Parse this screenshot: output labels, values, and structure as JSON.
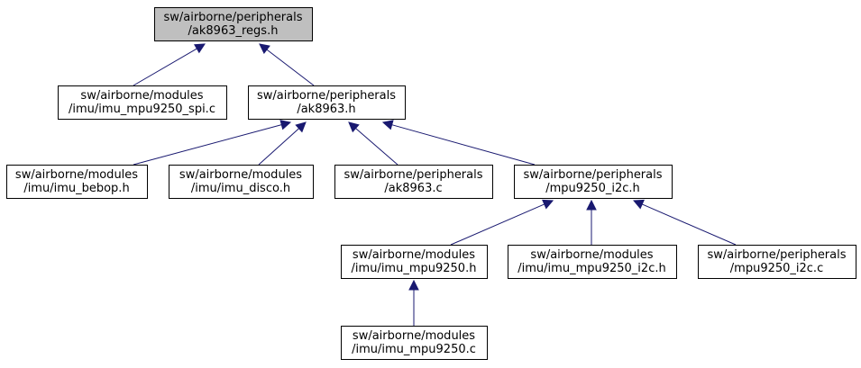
{
  "nodes": [
    {
      "id": "n0",
      "line1": "sw/airborne/peripherals",
      "line2": "/ak8963_regs.h",
      "root": true
    },
    {
      "id": "n1",
      "line1": "sw/airborne/modules",
      "line2": "/imu/imu_mpu9250_spi.c"
    },
    {
      "id": "n2",
      "line1": "sw/airborne/peripherals",
      "line2": "/ak8963.h"
    },
    {
      "id": "n3",
      "line1": "sw/airborne/modules",
      "line2": "/imu/imu_bebop.h"
    },
    {
      "id": "n4",
      "line1": "sw/airborne/modules",
      "line2": "/imu/imu_disco.h"
    },
    {
      "id": "n5",
      "line1": "sw/airborne/peripherals",
      "line2": "/ak8963.c"
    },
    {
      "id": "n6",
      "line1": "sw/airborne/peripherals",
      "line2": "/mpu9250_i2c.h"
    },
    {
      "id": "n7",
      "line1": "sw/airborne/modules",
      "line2": "/imu/imu_mpu9250.h"
    },
    {
      "id": "n8",
      "line1": "sw/airborne/modules",
      "line2": "/imu/imu_mpu9250_i2c.h"
    },
    {
      "id": "n9",
      "line1": "sw/airborne/peripherals",
      "line2": "/mpu9250_i2c.c"
    },
    {
      "id": "n10",
      "line1": "sw/airborne/modules",
      "line2": "/imu/imu_mpu9250.c"
    }
  ],
  "edges": [
    {
      "from": "n1",
      "to": "n0"
    },
    {
      "from": "n2",
      "to": "n0"
    },
    {
      "from": "n3",
      "to": "n2"
    },
    {
      "from": "n4",
      "to": "n2"
    },
    {
      "from": "n5",
      "to": "n2"
    },
    {
      "from": "n6",
      "to": "n2"
    },
    {
      "from": "n7",
      "to": "n6"
    },
    {
      "from": "n8",
      "to": "n6"
    },
    {
      "from": "n9",
      "to": "n6"
    },
    {
      "from": "n10",
      "to": "n7"
    }
  ],
  "colors": {
    "edge": "#191970",
    "root_fill": "#bfbfbf",
    "node_fill": "#ffffff",
    "border": "#000000"
  }
}
